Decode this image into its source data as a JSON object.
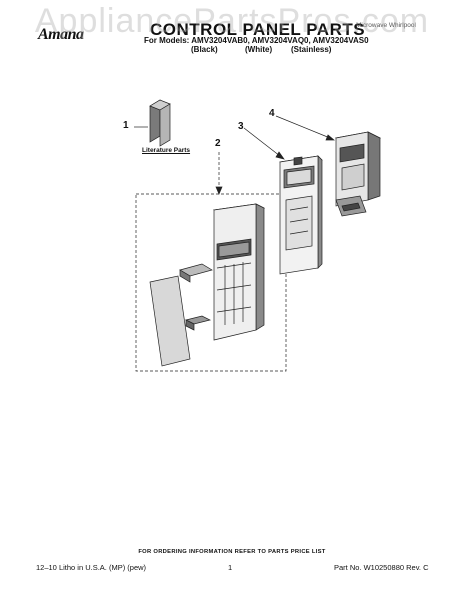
{
  "watermark": "AppliancePartsPros.com",
  "header": {
    "brand": "Amana",
    "title": "CONTROL PANEL PARTS",
    "publisher_credit": "Microwave Whirlpool",
    "models_line": "For Models: AMV3204VAB0, AMV3204VAQ0, AMV3204VAS0",
    "finishes": [
      "(Black)",
      "(White)",
      "(Stainless)"
    ]
  },
  "diagram": {
    "callouts": [
      "1",
      "2",
      "3",
      "4"
    ],
    "literature_label": "Literature Parts"
  },
  "footer": {
    "ordering_info": "FOR ORDERING INFORMATION REFER TO PARTS PRICE LIST",
    "print_info": "12–10 Litho in U.S.A. (MP) (pew)",
    "page_number": "1",
    "part_number": "Part No. W10250880 Rev. C"
  }
}
